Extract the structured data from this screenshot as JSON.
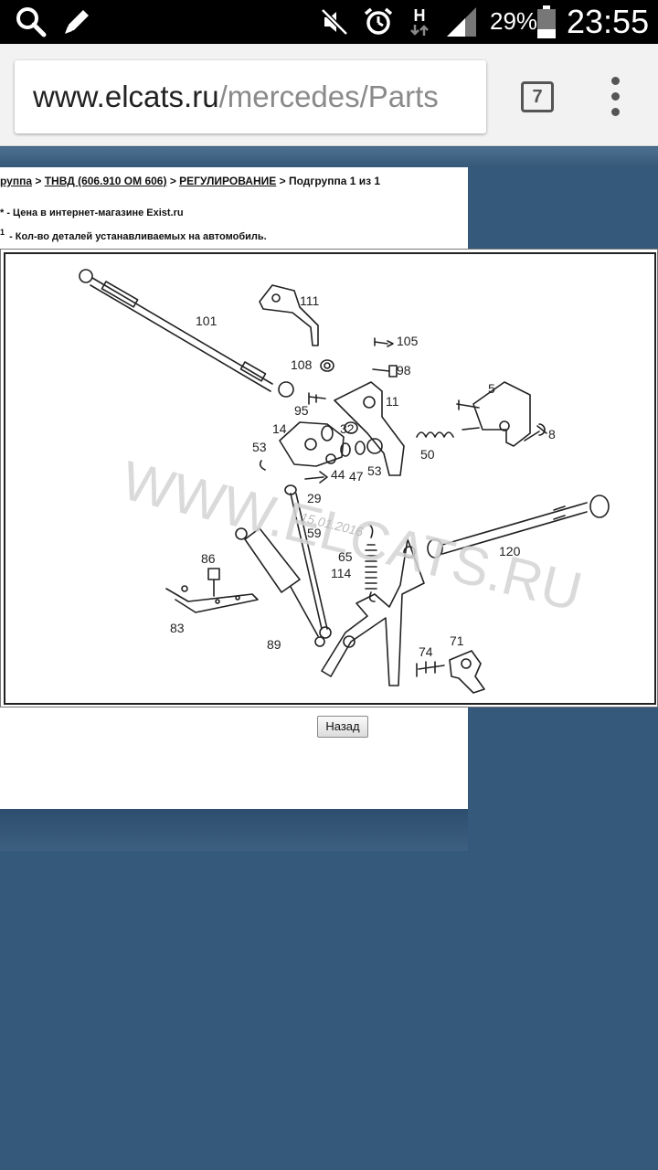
{
  "status_bar": {
    "battery_percent": "29%",
    "time": "23:55",
    "network_label": "H",
    "icons": [
      "search-icon",
      "edit-icon",
      "mute-icon",
      "alarm-icon",
      "network-h-icon",
      "signal-icon",
      "battery-icon"
    ]
  },
  "browser": {
    "url_host": "www.elcats.ru",
    "url_path": "/mercedes/Parts",
    "tab_count": "7",
    "icons": [
      "tabs-icon",
      "overflow-menu-icon"
    ]
  },
  "breadcrumb": {
    "group": "руппа",
    "sep": " > ",
    "pump": "ТНВД (606.910  ОМ 606)",
    "section": "РЕГУЛИРОВАНИЕ",
    "subgroup": "Подгруппа 1 из 1"
  },
  "notes": {
    "price_mark": "*",
    "price": " - Цена в интернет-магазине Exist.ru",
    "qty_mark": "1",
    "qty": " - Кол-во деталей устанавливаемых на автомобиль."
  },
  "diagram": {
    "watermark": "WWW.ELCATS.RU",
    "date_stamp": "15.01.2016",
    "callouts": [
      "101",
      "111",
      "105",
      "108",
      "98",
      "95",
      "11",
      "5",
      "14",
      "32",
      "53",
      "50",
      "8",
      "44",
      "47",
      "53",
      "29",
      "59",
      "120",
      "86",
      "65",
      "114",
      "83",
      "89",
      "71",
      "74"
    ]
  },
  "buttons": {
    "back": "Назад"
  },
  "colors": {
    "page_background": "#35597a",
    "content_background": "#ffffff",
    "status_bar": "#000000",
    "toolbar": "#f2f2f2"
  }
}
